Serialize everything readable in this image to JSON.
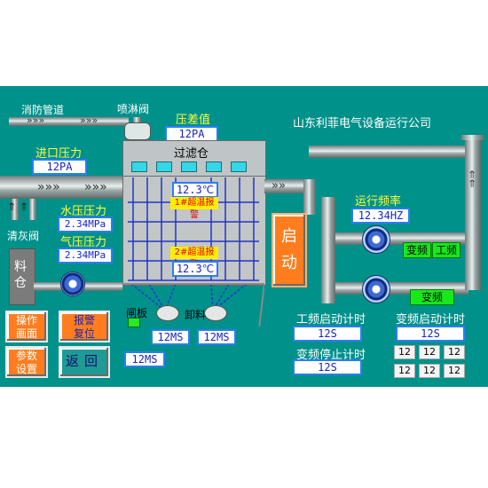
{
  "company": "山东利菲电气设备运行公司",
  "labels": {
    "fire_pipe": "消防管道",
    "spray_valve": "喷淋阀",
    "inlet_pressure": "进口压力",
    "diff_pressure": "压差值",
    "filter_bin": "过滤仓",
    "water_pressure": "水压压力",
    "air_pressure": "气压压力",
    "ash_valve": "清灰阀",
    "material_bin": "料仓",
    "run_freq": "运行频率",
    "unload": "卸料",
    "flap": "闸板",
    "power_start_time": "工频启动计时",
    "var_start_time": "变频启动计时",
    "var_stop_time": "变频停止计时"
  },
  "values": {
    "diff_pressure": "12PA",
    "inlet_pressure": "12PA",
    "temp_1": "12.3℃",
    "temp_2": "12.3℃",
    "water_pressure": "2.34MPa",
    "air_pressure": "2.34MPa",
    "run_freq": "12.34HZ",
    "unload_time_1": "12MS",
    "unload_time_2": "12MS",
    "flap_time": "12MS",
    "power_start_time": "12S",
    "var_start_time": "12S",
    "var_stop_time": "12S",
    "grid": [
      "12",
      "12",
      "12",
      "12",
      "12",
      "12"
    ]
  },
  "alarms": {
    "alarm_1": "1#超温报警",
    "alarm_2": "2#超温报警"
  },
  "buttons": {
    "start": "启动",
    "operate": "操作画面",
    "alarm_reset": "报警复位",
    "params": "参数设置",
    "back": "返回",
    "mode_var": "变频",
    "mode_power": "工频",
    "mode_var_2": "变频"
  },
  "colors": {
    "panel": "#00918a",
    "start_button": "#ff7d1e",
    "accent_blue": "#2b7cff",
    "alarm_yellow": "#ffee00",
    "status_green": "#17e81a"
  }
}
